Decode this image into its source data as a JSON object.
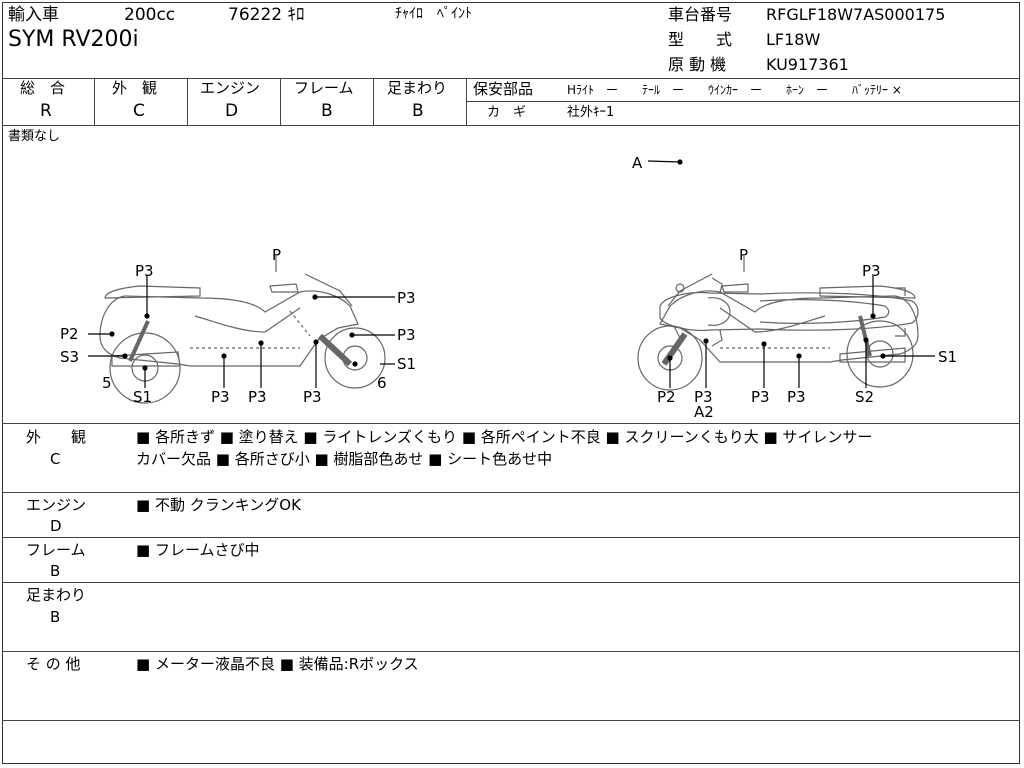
{
  "header": {
    "category": "輸入車",
    "displacement": "200cc",
    "mileage": "76222 ｷﾛ",
    "color": "ﾁｬｲﾛ　ﾍﾟｲﾝﾄ",
    "model": "SYM RV200i",
    "frame_no_label": "車台番号",
    "frame_no": "RFGLF18W7AS000175",
    "type_label": "型　　式",
    "type": "LF18W",
    "engine_label": "原 動 機",
    "engine": "KU917361"
  },
  "grades": {
    "headers": [
      "総　合",
      "外　観",
      "エンジン",
      "フレーム",
      "足まわり"
    ],
    "values": [
      "R",
      "C",
      "D",
      "B",
      "B"
    ]
  },
  "safety": {
    "label": "保安部品",
    "items": "Hﾗｲﾄ　ー　　ﾃｰﾙ　ー　　ｳｲﾝｶｰ　ー　　ﾎｰﾝ　ー　　ﾊﾞｯﾃﾘｰ ×",
    "key_label": "カ　ギ",
    "key_value": "社外ｷｰ1"
  },
  "documents": "書類なし",
  "diagram": {
    "top_labels": [
      "A"
    ],
    "left_labels": [
      "P",
      "P3",
      "P3",
      "P2",
      "S3",
      "P3",
      "5",
      "S1",
      "P3",
      "P3",
      "P3",
      "S1",
      "6"
    ],
    "right_labels": [
      "P",
      "P3",
      "S1",
      "P2",
      "P3",
      "A2",
      "P3",
      "P3",
      "S2"
    ]
  },
  "notes": [
    {
      "title": "外　　観",
      "grade": "C",
      "line1": "■ 各所きず ■ 塗り替え ■ ライトレンズくもり ■ 各所ペイント不良 ■ スクリーンくもり大 ■ サイレンサー",
      "line2": "カバー欠品 ■ 各所さび小 ■ 樹脂部色あせ ■ シート色あせ中"
    },
    {
      "title": "エンジン",
      "grade": "D",
      "line1": "■ 不動 クランキングOK",
      "line2": ""
    },
    {
      "title": "フレーム",
      "grade": "B",
      "line1": "■ フレームさび中",
      "line2": ""
    },
    {
      "title": "足まわり",
      "grade": "B",
      "line1": "",
      "line2": ""
    },
    {
      "title": "そ の 他",
      "grade": "",
      "line1": "■ メーター液晶不良 ■ 装備品:Rボックス",
      "line2": ""
    }
  ]
}
